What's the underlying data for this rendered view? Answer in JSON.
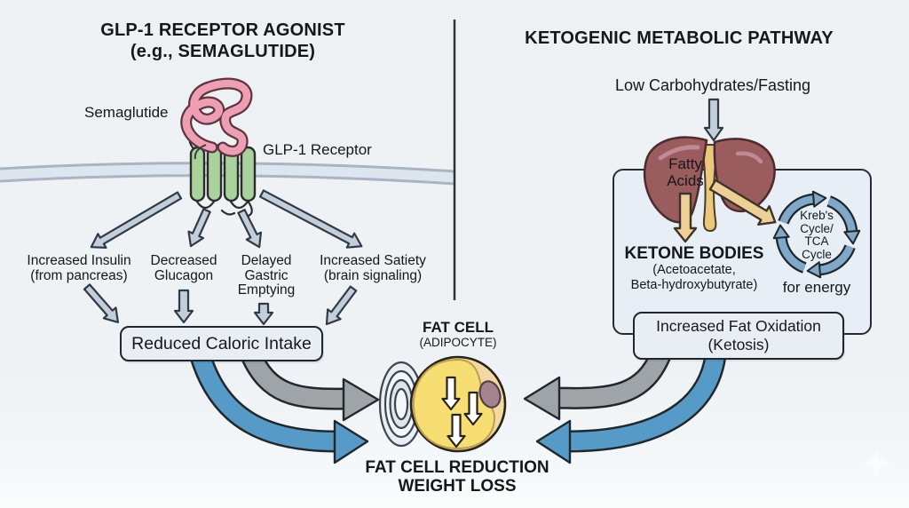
{
  "left": {
    "title1": "GLP-1 RECEPTOR AGONIST",
    "title2": "(e.g., SEMAGLUTIDE)",
    "semaglutide_label": "Semaglutide",
    "receptor_label": "GLP-1 Receptor",
    "effects": [
      {
        "lines": [
          "Increased Insulin",
          "(from pancreas)"
        ]
      },
      {
        "lines": [
          "Decreased",
          "Glucagon"
        ]
      },
      {
        "lines": [
          "Delayed",
          "Gastric",
          "Emptying"
        ]
      },
      {
        "lines": [
          "Increased Satiety",
          "(brain signaling)"
        ]
      }
    ],
    "outcome": "Reduced Caloric Intake"
  },
  "right": {
    "title": "KETOGENIC METABOLIC PATHWAY",
    "trigger": "Low Carbohydrates/Fasting",
    "liver_label_line1": "Fatty",
    "liver_label_line2": "Acids",
    "ketone_title": "KETONE BODIES",
    "ketone_sub1": "(Acetoacetate,",
    "ketone_sub2": "Beta-hydroxybutyrate)",
    "krebs": {
      "line1": "Kreb's",
      "line2": "Cycle/",
      "line3": "TCA",
      "line4": "Cycle",
      "caption": "for energy"
    },
    "outcome_line1": "Increased Fat Oxidation",
    "outcome_line2": "(Ketosis)"
  },
  "center": {
    "cell_label_line1": "FAT CELL",
    "cell_label_line2": "(ADIPOCYTE)",
    "result_line1": "FAT CELL REDUCTION",
    "result_line2": "WEIGHT LOSS"
  },
  "colors": {
    "box_fill": "#e9eef4",
    "arrow_light": "#c2cfda",
    "accent_gray": "#9ea4a7",
    "accent_blue": "#569bc7",
    "tan_arrow": "#ecd095",
    "liver": "#9a5c5c",
    "receptor_green": "#a9d29c",
    "peptide_pink": "#ef9fb4",
    "krebs_blue": "#7fa8c9",
    "fat_cell_yellow": "#f6de72"
  }
}
